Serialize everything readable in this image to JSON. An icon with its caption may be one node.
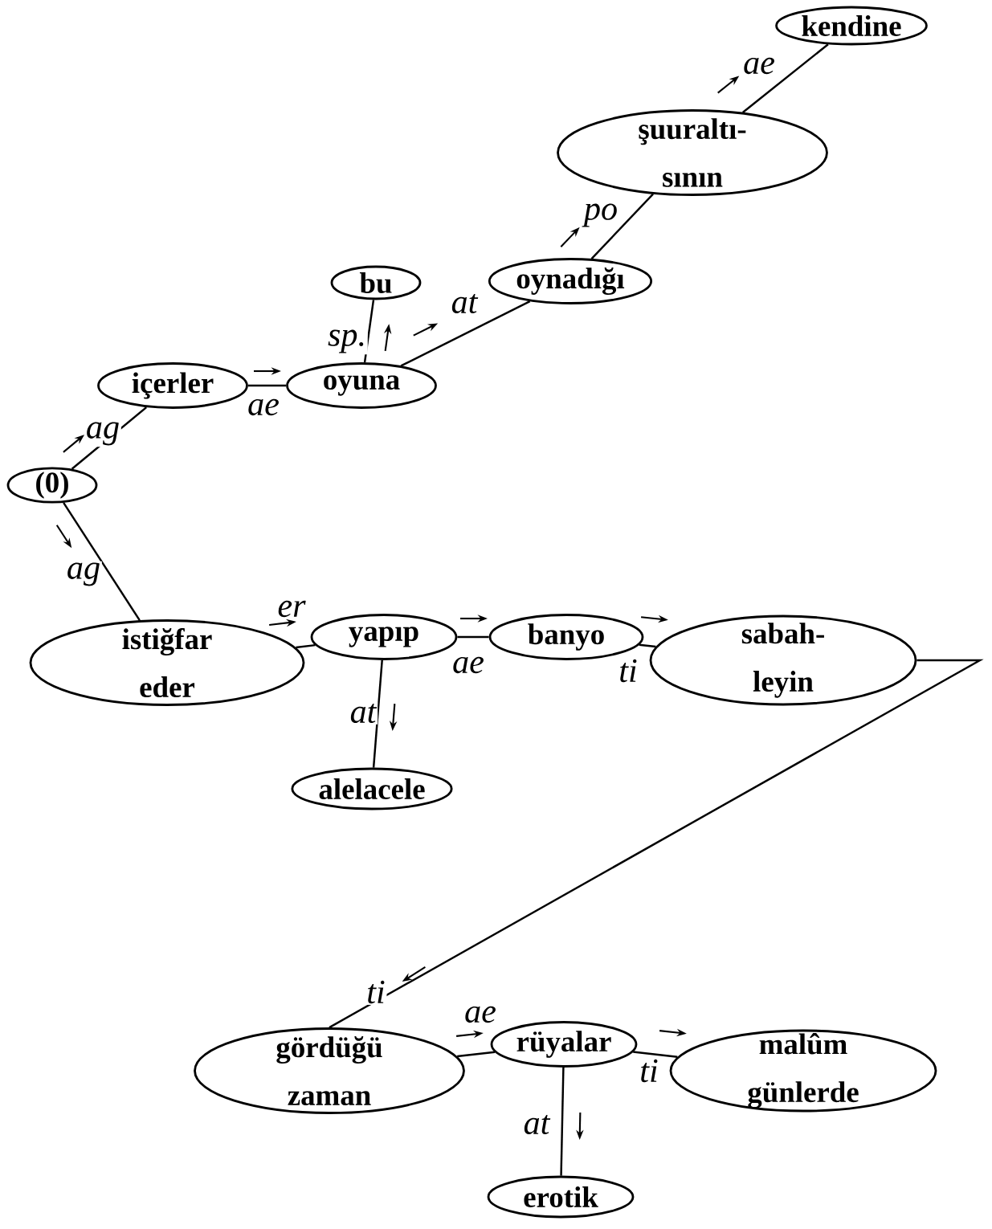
{
  "diagram": {
    "nodes": [
      {
        "text": [
          "kendine"
        ]
      },
      {
        "text": [
          "şuuraltı- sının"
        ]
      },
      {
        "text": [
          "oynadığı"
        ]
      },
      {
        "text": [
          "bu"
        ]
      },
      {
        "text": [
          "içerler"
        ]
      },
      {
        "text": [
          "oyuna"
        ]
      },
      {
        "text": [
          "(0)"
        ]
      },
      {
        "text": [
          "istiğfar eder"
        ]
      },
      {
        "text": [
          "yapıp"
        ]
      },
      {
        "text": [
          "banyo"
        ]
      },
      {
        "text": [
          "sabah- leyin"
        ]
      },
      {
        "text": [
          "alelacele"
        ]
      },
      {
        "text": [
          "gördüğü zaman"
        ]
      },
      {
        "text": [
          "rüyalar"
        ]
      },
      {
        "text": [
          "malûm günlerde"
        ]
      },
      {
        "text": [
          "erotik"
        ]
      }
    ],
    "edges": [
      {
        "from": 6,
        "to": 4,
        "arrow": "none",
        "label": "ag"
      },
      {
        "from": 6,
        "to": 7,
        "arrow": "none",
        "label": "ag"
      },
      {
        "from": 4,
        "to": 5,
        "arrow": "none",
        "label": "ae"
      },
      {
        "from": 5,
        "to": 3,
        "arrow": "none",
        "label": "sp."
      },
      {
        "from": 5,
        "to": 2,
        "arrow": "none",
        "label": "at"
      },
      {
        "from": 2,
        "to": 1,
        "arrow": "none",
        "label": "po"
      },
      {
        "from": 1,
        "to": 0,
        "arrow": "none",
        "label": "ae"
      },
      {
        "from": 7,
        "to": 8,
        "arrow": "none",
        "label": "er"
      },
      {
        "from": 8,
        "to": 9,
        "arrow": "none",
        "label": "ae"
      },
      {
        "from": 9,
        "to": 10,
        "arrow": "none",
        "label": "ti"
      },
      {
        "from": 8,
        "to": 11,
        "arrow": "none",
        "label": "at"
      },
      {
        "from": 10,
        "to": 12,
        "arrow": "none",
        "label": "ti"
      },
      {
        "from": 12,
        "to": 13,
        "arrow": "none",
        "label": "ae"
      },
      {
        "from": 13,
        "to": 14,
        "arrow": "none",
        "label": "ti"
      },
      {
        "from": 13,
        "to": 15,
        "arrow": "none",
        "label": "at"
      }
    ]
  }
}
